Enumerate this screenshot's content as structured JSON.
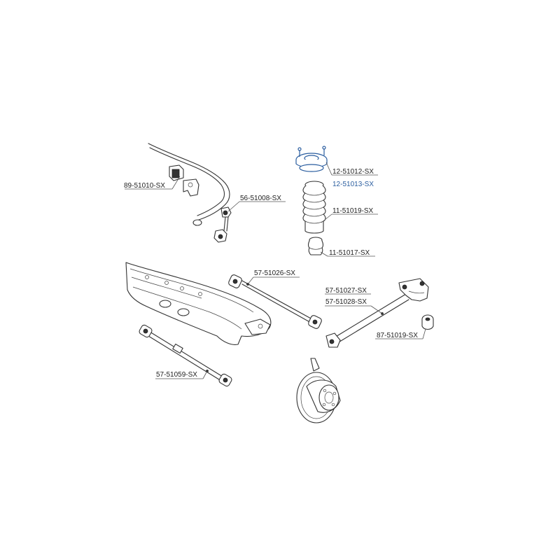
{
  "labels": {
    "stab_bushing": "89-51010-SX",
    "stab_link": "56-51008-SX",
    "top_mount": "12-51012-SX",
    "mount_bearing": "12-51013-SX",
    "dust_boot": "11-51019-SX",
    "bump_stop": "11-51017-SX",
    "upper_arm": "57-51026-SX",
    "trailing_arm_1": "57-51027-SX",
    "trailing_arm_2": "57-51028-SX",
    "arm_bushing": "87-51019-SX",
    "lower_arm": "57-51059-SX"
  },
  "colors": {
    "highlight": "#2a5d9f",
    "line": "#333333",
    "text": "#222222"
  }
}
